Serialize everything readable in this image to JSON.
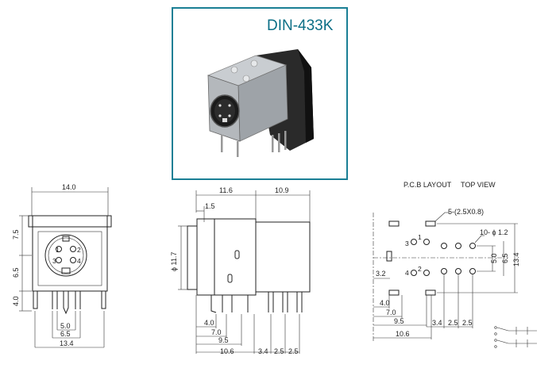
{
  "product": {
    "model": "DIN-433K",
    "frame_color": "#1a7f95"
  },
  "front_view": {
    "width_label": "14.0",
    "top_height_label": "7.5",
    "mid_height_label": "6.5",
    "bottom_height_label": "4.0",
    "pin_spacing_inner": "5.0",
    "pin_spacing_middle": "6.5",
    "pin_spacing_outer": "13.4",
    "pin_numbers": [
      "1",
      "2",
      "3",
      "4"
    ]
  },
  "side_view": {
    "left_section": "11.6",
    "right_section": "10.9",
    "offset": "1.5",
    "diameter": "ϕ 11.7",
    "dims_bottom": [
      "4.0",
      "7.0",
      "9.5",
      "10.6"
    ],
    "spacing": [
      "3.4",
      "2.5",
      "2.5"
    ]
  },
  "pcb_layout": {
    "title": "P.C.B LAYOUT",
    "view": "TOP VIEW",
    "slot_label": "5-(2.5X0.8)",
    "hole_label": "10- ϕ 1.2",
    "dim_32": "3.2",
    "dim_50": "5.0",
    "dim_65": "6.5",
    "dim_134": "13.4",
    "dims_bottom": [
      "4.0",
      "7.0",
      "9.5",
      "10.6"
    ],
    "spacing": [
      "3.4",
      "2.5",
      "2.5"
    ],
    "pin_numbers": [
      "3",
      "1",
      "4",
      "2"
    ]
  }
}
